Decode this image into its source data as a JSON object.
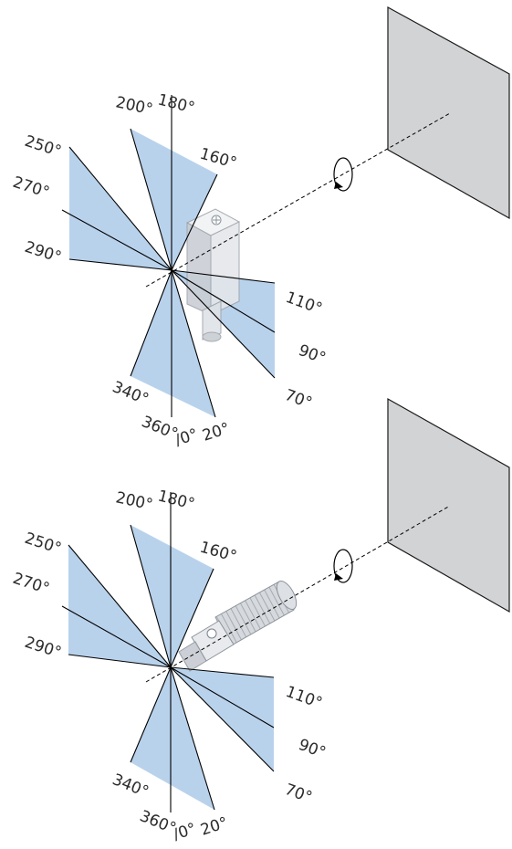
{
  "colors": {
    "sector_fill": "#b9d2ec",
    "panel_fill": "#d2d3d5",
    "panel_stroke": "#1a1a1a",
    "sensor_body": "#e9ebee",
    "sensor_shadow": "#aab0b8"
  },
  "diagrams": [
    {
      "id": "top",
      "sensor": "cube-sensor",
      "angle_labels": {
        "a200": "200°",
        "a180": "180°",
        "a160": "160°",
        "a250": "250°",
        "a270": "270°",
        "a290": "290°",
        "a110": "110°",
        "a90": "90°",
        "a70": "70°",
        "a340": "340°",
        "a360": "360°",
        "a0": "/0°",
        "a20": "20°"
      }
    },
    {
      "id": "bottom",
      "sensor": "cylinder-sensor",
      "angle_labels": {
        "a200": "200°",
        "a180": "180°",
        "a160": "160°",
        "a250": "250°",
        "a270": "270°",
        "a290": "290°",
        "a110": "110°",
        "a90": "90°",
        "a70": "70°",
        "a340": "340°",
        "a360": "360°",
        "a0": "/0°",
        "a20": "20°"
      }
    }
  ]
}
